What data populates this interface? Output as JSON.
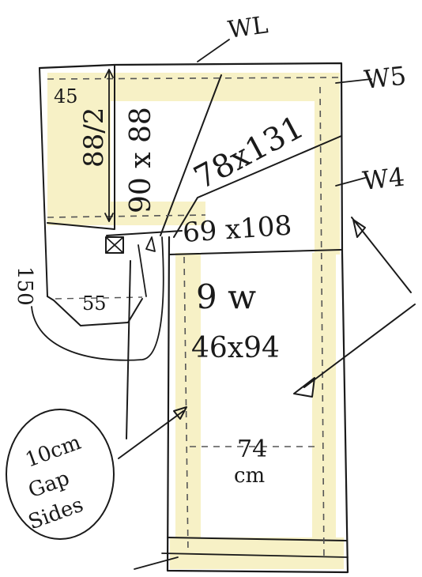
{
  "labels": {
    "wall_w6": "WL",
    "wall_w5": "W5",
    "wall_w4": "W4",
    "dim_45": "45",
    "dim_88_over_2": "88/2",
    "panel_90x88": "90 x 88",
    "panel_78x131": "78x131",
    "panel_69x108": "69 x108",
    "dim_150": "150",
    "dim_55": "55",
    "panel_9w": "9 w",
    "panel_46x94": "46x94",
    "width_74": "74",
    "width_unit": "cm",
    "note_line1": "10cm",
    "note_line2": "Gap",
    "note_line3": "Sides"
  },
  "colors": {
    "ink": "#1a1a1a",
    "highlight": "#f7f1c6",
    "paper": "#ffffff"
  }
}
